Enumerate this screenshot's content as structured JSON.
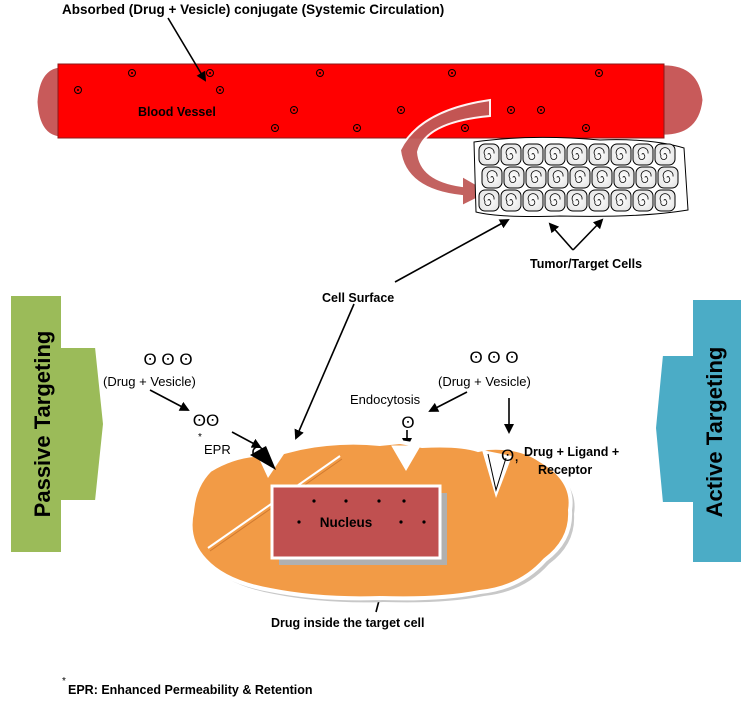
{
  "labels": {
    "absorbed": "Absorbed (Drug + Vesicle) conjugate (Systemic Circulation)",
    "blood_vessel": "Blood Vessel",
    "tumor_cells": "Tumor/Target Cells",
    "cell_surface": "Cell Surface",
    "passive_targeting": "Passive Targeting",
    "active_targeting": "Active Targeting",
    "drug_vesicle_left": "(Drug + Vesicle)",
    "drug_vesicle_right": "(Drug + Vesicle)",
    "endocytosis": "Endocytosis",
    "epr_star": "*",
    "epr": "EPR",
    "drug_ligand": "Drug + Ligand +",
    "receptor": "Receptor",
    "nucleus": "Nucleus",
    "drug_inside": "Drug inside the target cell",
    "footnote_star": "*",
    "footnote": "EPR: Enhanced Permeability & Retention"
  },
  "symbols": {
    "vesicle_triple_left": "ʘ ʘ ʘ",
    "vesicle_triple_right": "ʘ ʘ ʘ",
    "vesicle_pair": "ʘʘ",
    "vesicle_single_epr": "ʘ",
    "vesicle_single_endo": "ʘ",
    "vesicle_single_ligand": "ʘ,"
  },
  "colors": {
    "vessel": "#ff0000",
    "vessel_end": "#c85a5a",
    "curved_arrow": "#c05a58",
    "cell": "#f29b46",
    "nucleus": "#c05050",
    "passive_arrow": "#9bbb59",
    "active_arrow": "#4bacc6"
  }
}
